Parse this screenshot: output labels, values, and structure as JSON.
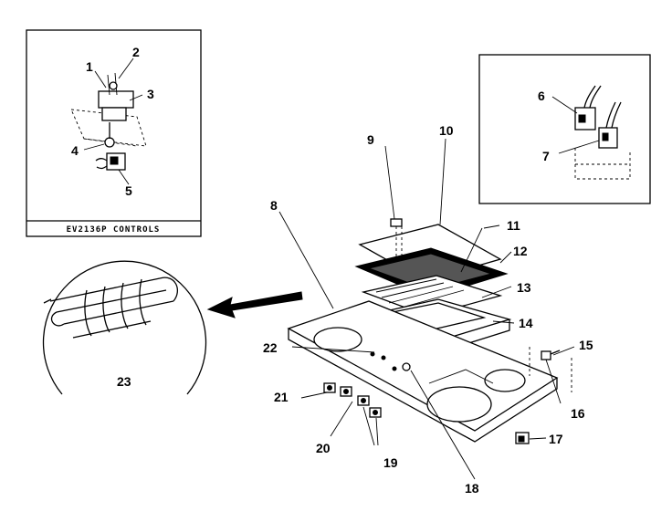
{
  "panels": {
    "controls_caption": "EV2136P CONTROLS"
  },
  "labels": {
    "p1": "1",
    "p2": "2",
    "p3": "3",
    "p4": "4",
    "p5": "5",
    "p6": "6",
    "p7": "7",
    "p8": "8",
    "p9": "9",
    "p10": "10",
    "p11": "11",
    "p12": "12",
    "p13": "13",
    "p14": "14",
    "p15": "15",
    "p16": "16",
    "p17": "17",
    "p18": "18",
    "p19": "19",
    "p20": "20",
    "p21": "21",
    "p22": "22",
    "p23": "23"
  }
}
